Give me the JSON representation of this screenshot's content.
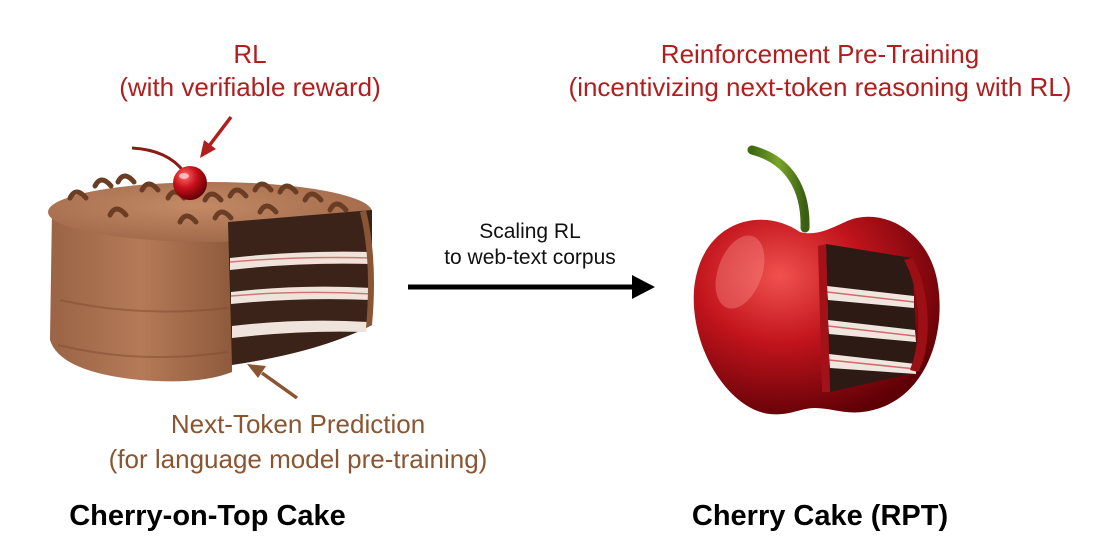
{
  "left": {
    "top_label_line1": "RL",
    "top_label_line2": "(with verifiable reward)",
    "bottom_label_line1": "Next-Token Prediction",
    "bottom_label_line2": "(for language model pre-training)",
    "caption": "Cherry-on-Top Cake"
  },
  "middle": {
    "arrow_line1": "Scaling RL",
    "arrow_line2": "to web-text corpus"
  },
  "right": {
    "top_label_line1": "Reinforcement Pre-Training",
    "top_label_line2": "(incentivizing next-token reasoning with RL)",
    "caption": "Cherry Cake (RPT)"
  },
  "colors": {
    "red_label": "#b01e1e",
    "brown_label": "#8a5530",
    "arrow": "#000000"
  }
}
